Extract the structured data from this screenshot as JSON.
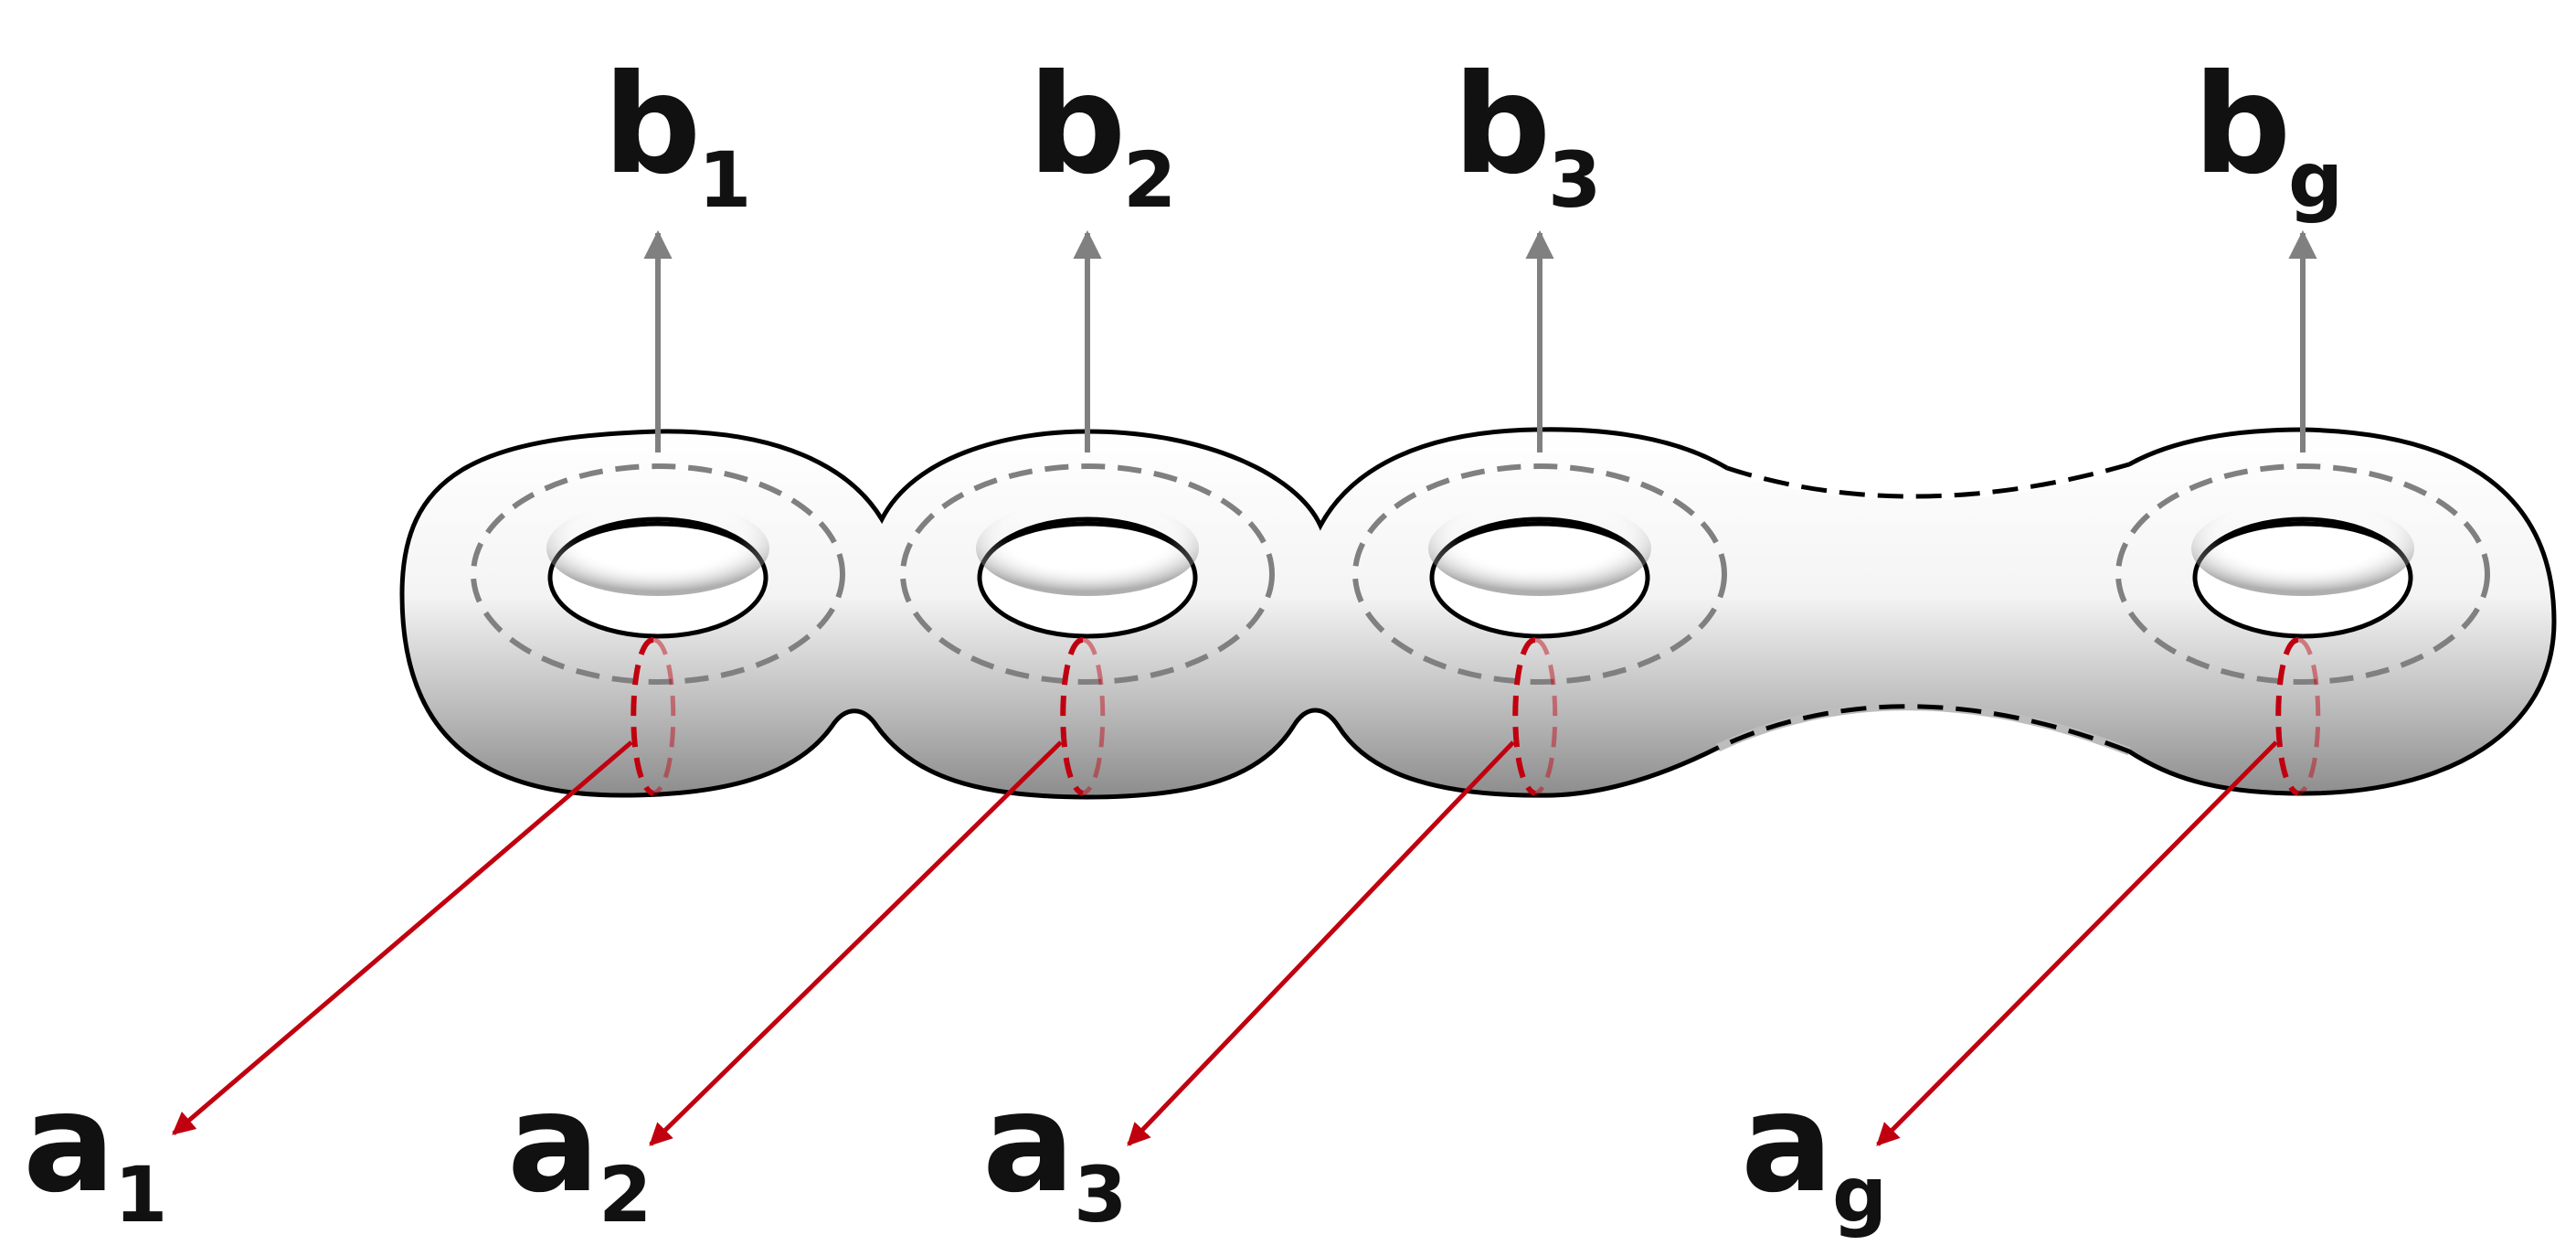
{
  "diagram": {
    "handles": [
      {
        "b_letter": "b",
        "b_sub": "1",
        "a_letter": "a",
        "a_sub": "1"
      },
      {
        "b_letter": "b",
        "b_sub": "2",
        "a_letter": "a",
        "a_sub": "2"
      },
      {
        "b_letter": "b",
        "b_sub": "3",
        "a_letter": "a",
        "a_sub": "3"
      },
      {
        "b_letter": "b",
        "b_sub": "g",
        "a_letter": "a",
        "a_sub": "g"
      }
    ],
    "colors": {
      "a_cycle": "#c0000f",
      "b_cycle": "#808080",
      "outline": "#000000",
      "surface_light": "#ffffff",
      "surface_shadow": "#8c8c8c"
    }
  }
}
